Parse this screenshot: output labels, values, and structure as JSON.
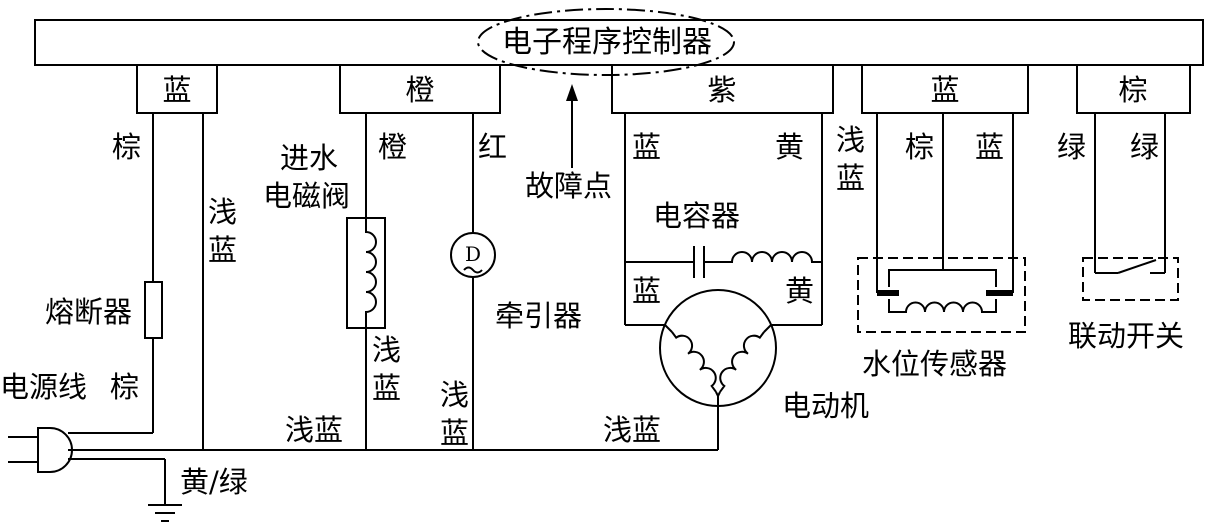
{
  "controller": {
    "title": "电子程序控制器"
  },
  "connectors": {
    "c1": "蓝",
    "c2": "橙",
    "c3": "紫",
    "c4": "蓝",
    "c5": "棕"
  },
  "wires": {
    "c1_left": "棕",
    "c1_right_v": [
      "浅",
      "蓝"
    ],
    "c2_left": "橙",
    "c2_right": "红",
    "c3_left": "蓝",
    "c3_right": "黄",
    "c3_cap_left": "蓝",
    "c3_cap_right": "黄",
    "c4_left_v": [
      "浅",
      "蓝"
    ],
    "c4_mid_left": "棕",
    "c4_mid_right": "蓝",
    "c5_left": "绿",
    "c5_right": "绿",
    "valve_bottom_v": [
      "浅",
      "蓝"
    ],
    "tractor_bottom_v": [
      "浅",
      "蓝"
    ],
    "bus_left": "浅蓝",
    "bus_right": "浅蓝",
    "power_brown": "棕",
    "ground": "黄/绿"
  },
  "components": {
    "fault_point": "故障点",
    "valve": [
      "进水",
      "电磁阀"
    ],
    "fuse": "熔断器",
    "tractor": "牵引器",
    "tractor_symbol": "D",
    "capacitor": "电容器",
    "motor": "电动机",
    "water_level_sensor": "水位传感器",
    "interlock_switch": "联动开关",
    "power_cord": "电源线"
  }
}
